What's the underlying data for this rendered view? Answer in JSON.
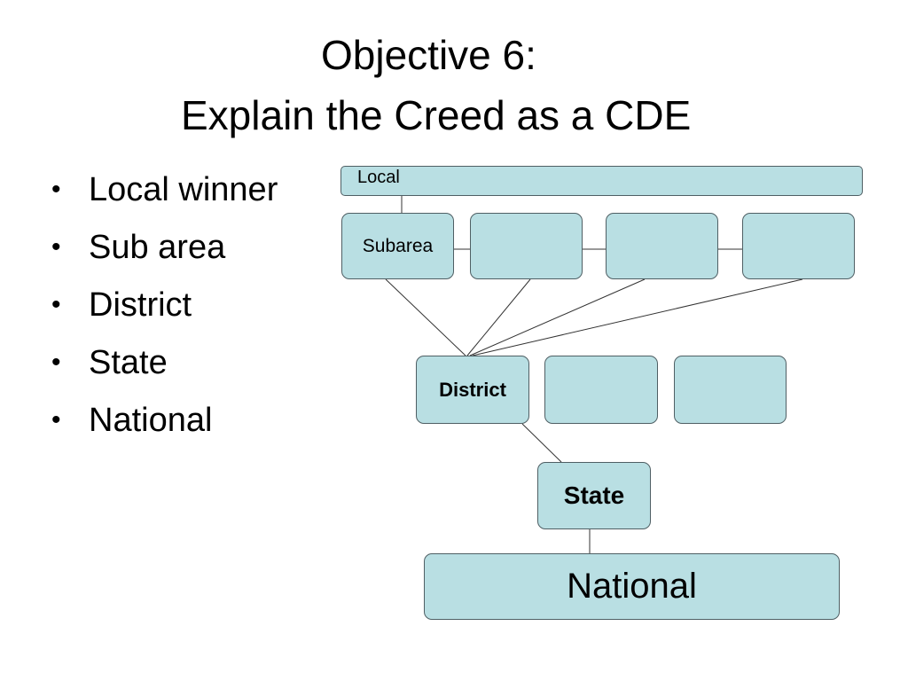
{
  "title": {
    "line1": "Objective 6:",
    "line2": "Explain the Creed as a CDE"
  },
  "bullets": [
    {
      "marker": "•",
      "text": "Local winner"
    },
    {
      "marker": "•",
      "text": "Sub area"
    },
    {
      "marker": "•",
      "text": "District"
    },
    {
      "marker": "•",
      "text": "State"
    },
    {
      "marker": "•",
      "text": "National"
    }
  ],
  "diagram": {
    "local": "Local",
    "subareas": [
      "Subarea",
      "",
      "",
      ""
    ],
    "districts": [
      "District",
      "",
      ""
    ],
    "state": "State",
    "national": "National"
  },
  "colors": {
    "box_fill": "#b9dfe3",
    "box_border": "#4f5f64",
    "connector": "#333333",
    "text": "#000000"
  }
}
